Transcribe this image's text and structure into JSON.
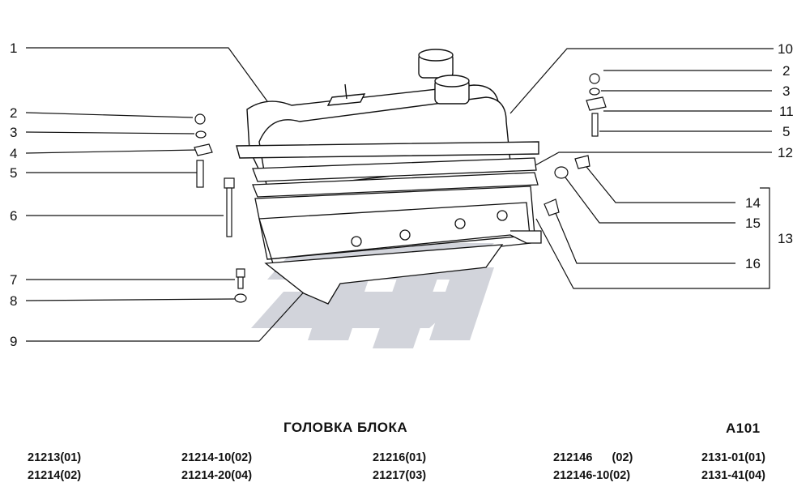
{
  "callouts": {
    "left": [
      "1",
      "2",
      "3",
      "4",
      "5",
      "6",
      "7",
      "8",
      "9"
    ],
    "right": [
      "10",
      "2",
      "3",
      "11",
      "5",
      "12",
      "14",
      "15",
      "13",
      "16"
    ]
  },
  "footer": {
    "title": "ГОЛОВКА БЛОКА",
    "sheet_code": "A101",
    "model_columns": [
      [
        "21213(01)",
        "21214(02)"
      ],
      [
        "21214-10(02)",
        "21214-20(04)"
      ],
      [
        "21216(01)",
        "21217(03)"
      ],
      [
        "212146      (02)",
        "212146-10(02)"
      ],
      [
        "2131-01(01)",
        "2131-41(04)"
      ]
    ]
  },
  "colors": {
    "ink": "#111111",
    "watermark": "#b8bcc8",
    "paper": "#ffffff"
  }
}
